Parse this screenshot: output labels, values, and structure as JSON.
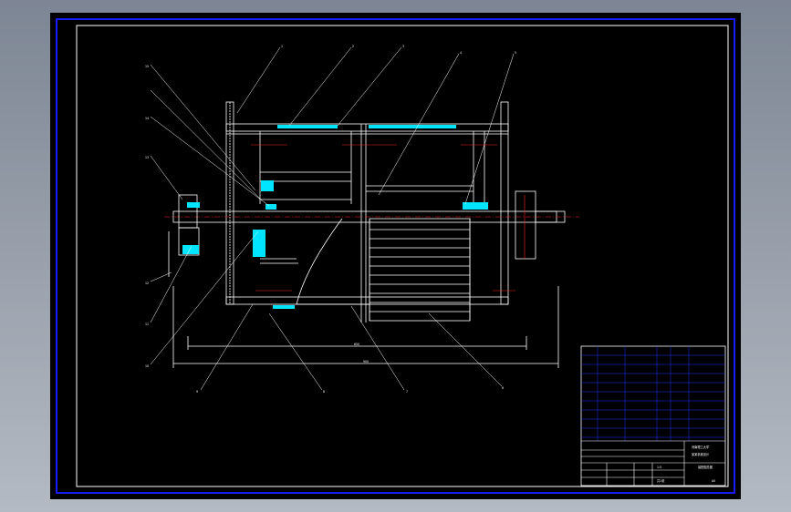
{
  "canvas": {
    "background_color": "#000000",
    "frame_color": "#1a1aff",
    "line_color": "#ffffff",
    "accent_cyan": "#00e5ff",
    "accent_red": "#ff2020",
    "accent_blue": "#2233ff",
    "accent_green": "#00ff40"
  },
  "drawing": {
    "part_labels": [
      "1",
      "2",
      "3",
      "4",
      "5",
      "6",
      "7",
      "8",
      "9",
      "10",
      "11",
      "12",
      "13",
      "14",
      "15"
    ],
    "dimensions": [
      "650",
      "900"
    ]
  },
  "title_block": {
    "school": "河南理工大学",
    "drawing_title": "某某机械设计",
    "drawing_name": "装配图总图",
    "drawing_no": "A0",
    "scale": "1:5",
    "sheet": "共1张"
  }
}
